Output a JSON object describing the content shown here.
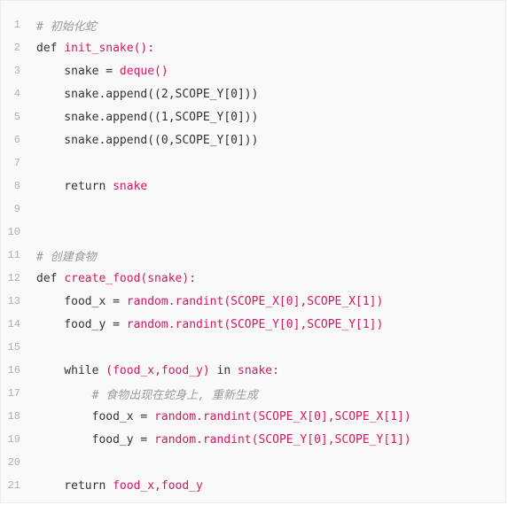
{
  "colors": {
    "background": "#f9f9f9",
    "line_number": "#b0b0b0",
    "text": "#333333",
    "highlight": "#d2195e",
    "comment": "#9a9a9a"
  },
  "lines": [
    {
      "n": "1",
      "tokens": [
        {
          "t": "# 初始化蛇",
          "c": "comment"
        }
      ]
    },
    {
      "n": "2",
      "tokens": [
        {
          "t": "def ",
          "c": "kw"
        },
        {
          "t": "init_snake",
          "c": "red"
        },
        {
          "t": "():",
          "c": "red"
        }
      ]
    },
    {
      "n": "3",
      "tokens": [
        {
          "t": "    snake = ",
          "c": "plain"
        },
        {
          "t": "deque()",
          "c": "red"
        }
      ]
    },
    {
      "n": "4",
      "tokens": [
        {
          "t": "    snake.append((2,SCOPE_Y[0]))",
          "c": "plain"
        }
      ]
    },
    {
      "n": "5",
      "tokens": [
        {
          "t": "    snake.append((1,SCOPE_Y[0]))",
          "c": "plain"
        }
      ]
    },
    {
      "n": "6",
      "tokens": [
        {
          "t": "    snake.append((0,SCOPE_Y[0]))",
          "c": "plain"
        }
      ]
    },
    {
      "n": "7",
      "tokens": []
    },
    {
      "n": "8",
      "tokens": [
        {
          "t": "    return ",
          "c": "plain"
        },
        {
          "t": "snake",
          "c": "red"
        }
      ]
    },
    {
      "n": "9",
      "tokens": []
    },
    {
      "n": "10",
      "tokens": []
    },
    {
      "n": "11",
      "tokens": [
        {
          "t": "# 创建食物",
          "c": "comment"
        }
      ]
    },
    {
      "n": "12",
      "tokens": [
        {
          "t": "def ",
          "c": "kw"
        },
        {
          "t": "create_food",
          "c": "red"
        },
        {
          "t": "(snake):",
          "c": "red"
        }
      ]
    },
    {
      "n": "13",
      "tokens": [
        {
          "t": "    food_x = ",
          "c": "plain"
        },
        {
          "t": "random.randint(SCOPE_X[0],SCOPE_X[1])",
          "c": "red"
        }
      ]
    },
    {
      "n": "14",
      "tokens": [
        {
          "t": "    food_y = ",
          "c": "plain"
        },
        {
          "t": "random.randint(SCOPE_Y[0],SCOPE_Y[1])",
          "c": "red"
        }
      ]
    },
    {
      "n": "15",
      "tokens": []
    },
    {
      "n": "16",
      "tokens": [
        {
          "t": "    while ",
          "c": "plain"
        },
        {
          "t": "(food_x,food_y) ",
          "c": "red"
        },
        {
          "t": "in ",
          "c": "plain"
        },
        {
          "t": "snake:",
          "c": "red"
        }
      ]
    },
    {
      "n": "17",
      "tokens": [
        {
          "t": "        # 食物出现在蛇身上, 重新生成",
          "c": "comment"
        }
      ]
    },
    {
      "n": "18",
      "tokens": [
        {
          "t": "        food_x = ",
          "c": "plain"
        },
        {
          "t": "random.randint(SCOPE_X[0],SCOPE_X[1])",
          "c": "red"
        }
      ]
    },
    {
      "n": "19",
      "tokens": [
        {
          "t": "        food_y = ",
          "c": "plain"
        },
        {
          "t": "random.randint(SCOPE_Y[0],SCOPE_Y[1])",
          "c": "red"
        }
      ]
    },
    {
      "n": "20",
      "tokens": []
    },
    {
      "n": "21",
      "tokens": [
        {
          "t": "    return ",
          "c": "plain"
        },
        {
          "t": "food_x,food_y",
          "c": "red"
        }
      ]
    }
  ]
}
